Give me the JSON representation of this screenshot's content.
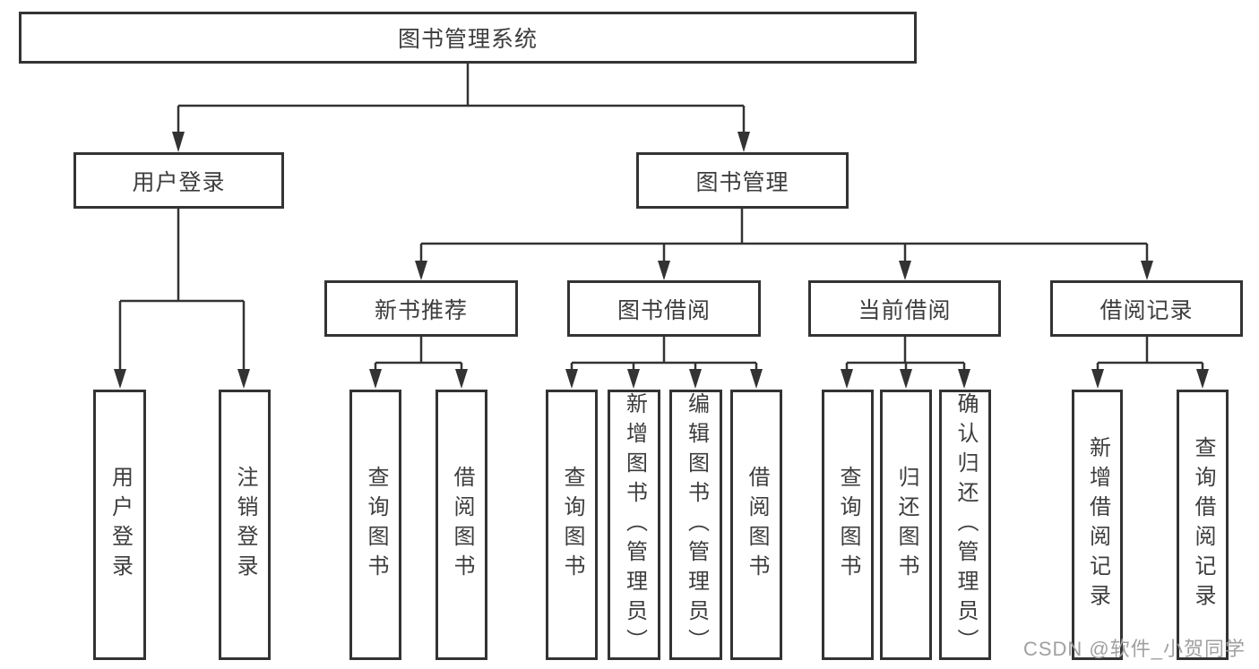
{
  "root": {
    "label": "图书管理系统"
  },
  "level2": [
    {
      "label": "用户登录"
    },
    {
      "label": "图书管理"
    }
  ],
  "level3": [
    {
      "label": "新书推荐"
    },
    {
      "label": "图书借阅"
    },
    {
      "label": "当前借阅"
    },
    {
      "label": "借阅记录"
    }
  ],
  "leaves": [
    {
      "label": "用户登录"
    },
    {
      "label": "注销登录"
    },
    {
      "label": "查询图书"
    },
    {
      "label": "借阅图书"
    },
    {
      "label": "查询图书"
    },
    {
      "label": "新增图书（管理员）"
    },
    {
      "label": "编辑图书（管理员）"
    },
    {
      "label": "借阅图书"
    },
    {
      "label": "查询图书"
    },
    {
      "label": "归还图书"
    },
    {
      "label": "确认归还（管理员）"
    },
    {
      "label": "新增借阅记录"
    },
    {
      "label": "查询借阅记录"
    }
  ],
  "watermark": "CSDN @软件_小贺同学",
  "colors": {
    "line": "#333333",
    "border": "#333333",
    "text": "#3d3d3d",
    "watermark": "#a0a0a0",
    "background": "#ffffff"
  }
}
